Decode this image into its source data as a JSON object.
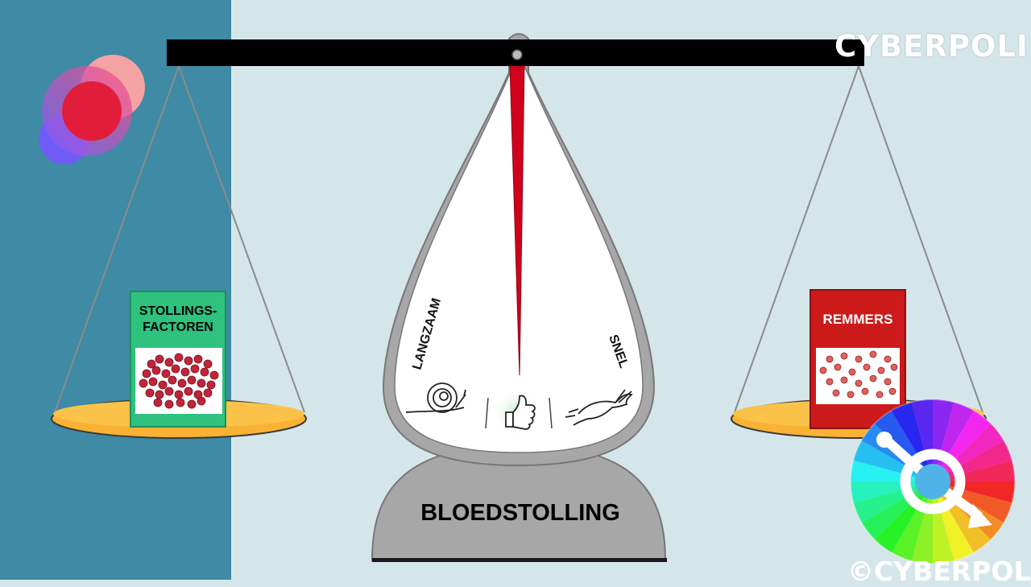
{
  "brand": {
    "name": "CYBERPOLI",
    "copyright": "©CYBERPOLI"
  },
  "colors": {
    "left_panel": "#3f8aa5",
    "background": "#d5e6ea",
    "beam": "#000000",
    "needle": "#d0021b",
    "pan": "#f9b233",
    "green_box": "#2ec27e",
    "red_box": "#cc1a1a"
  },
  "scale": {
    "base_label": "BLOEDSTOLLING",
    "dial_left_label": "LANGZAAM",
    "dial_right_label": "SNEL",
    "dial_icons": [
      "snail-icon",
      "thumbs-up-icon",
      "running-hare-icon"
    ]
  },
  "left_pan": {
    "box_label_line1": "STOLLINGS-",
    "box_label_line2": "FACTOREN"
  },
  "right_pan": {
    "box_label": "REMMERS"
  }
}
